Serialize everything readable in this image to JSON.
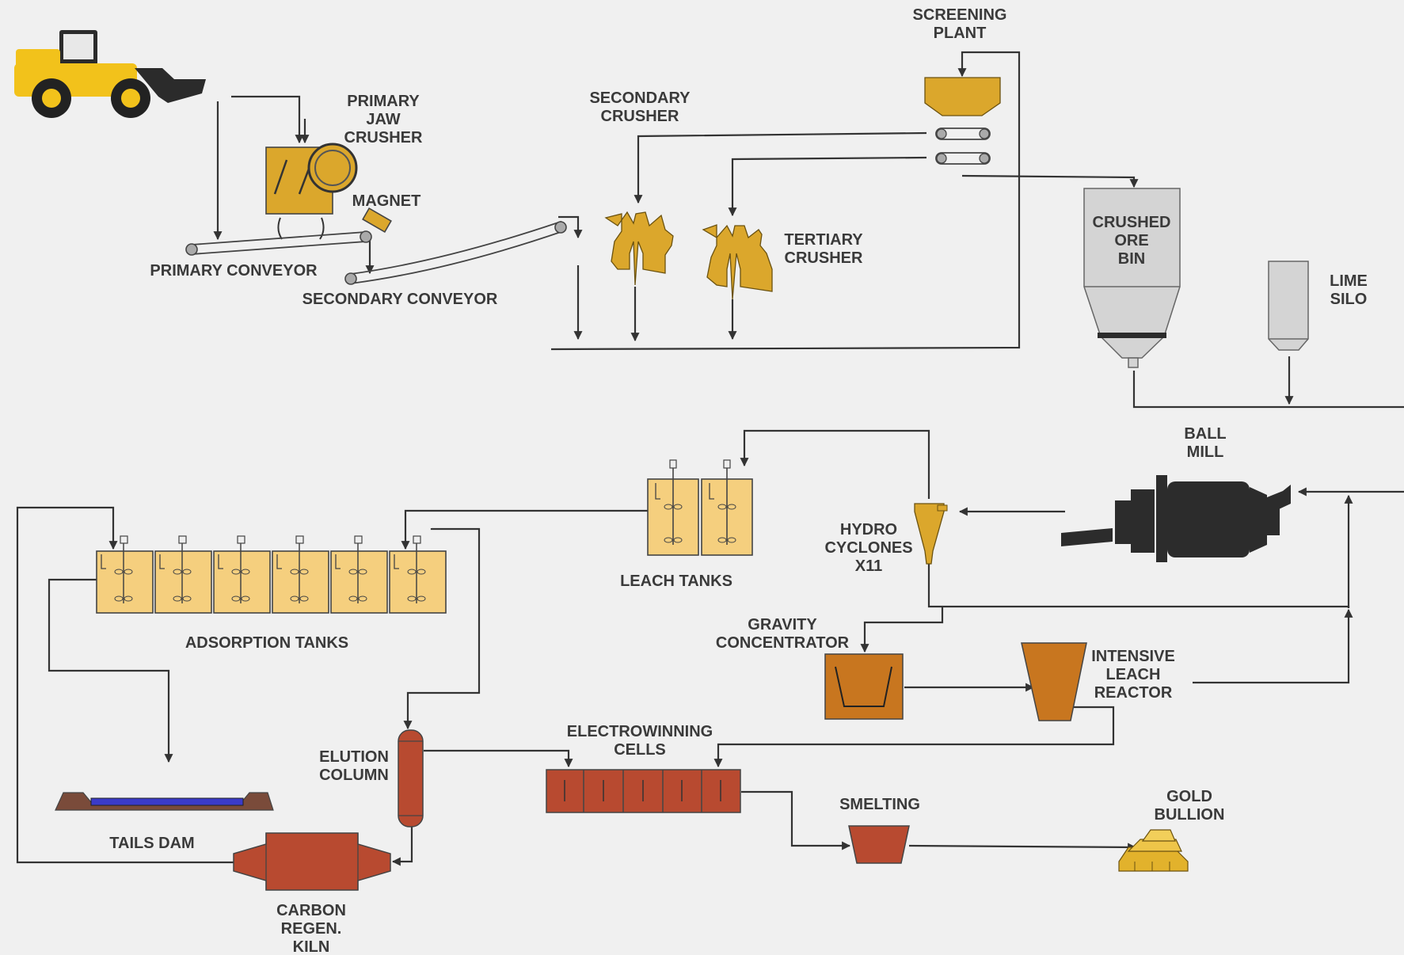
{
  "labels": {
    "screening_plant": [
      "SCREENING",
      "PLANT"
    ],
    "primary_jaw_crusher": [
      "PRIMARY",
      "JAW",
      "CRUSHER"
    ],
    "magnet": [
      "MAGNET"
    ],
    "secondary_crusher": [
      "SECONDARY",
      "CRUSHER"
    ],
    "tertiary_crusher": [
      "TERTIARY",
      "CRUSHER"
    ],
    "primary_conveyor": [
      "PRIMARY CONVEYOR"
    ],
    "secondary_conveyor": [
      "SECONDARY CONVEYOR"
    ],
    "crushed_ore_bin": [
      "CRUSHED",
      "ORE",
      "BIN"
    ],
    "lime_silo": [
      "LIME",
      "SILO"
    ],
    "ball_mill": [
      "BALL",
      "MILL"
    ],
    "hydro_cyclones": [
      "HYDRO",
      "CYCLONES",
      "X11"
    ],
    "leach_tanks": [
      "LEACH TANKS"
    ],
    "adsorption_tanks": [
      "ADSORPTION TANKS"
    ],
    "gravity_concentrator": [
      "GRAVITY",
      "CONCENTRATOR"
    ],
    "intensive_leach_reactor": [
      "INTENSIVE",
      "LEACH",
      "REACTOR"
    ],
    "elution_column": [
      "ELUTION",
      "COLUMN"
    ],
    "electrowinning_cells": [
      "ELECTROWINNING",
      "CELLS"
    ],
    "smelting": [
      "SMELTING"
    ],
    "gold_bullion": [
      "GOLD",
      "BULLION"
    ],
    "tails_dam": [
      "TAILS DAM"
    ],
    "carbon_regen_kiln": [
      "CARBON",
      "REGEN.",
      "KILN"
    ]
  },
  "colors": {
    "background": "#f0f0f0",
    "crushing_gold": "#dba72c",
    "tank_fill": "#f5cf7e",
    "concentrator_orange": "#c8761f",
    "refining_red": "#b84a30",
    "bin_grey": "#d4d4d4",
    "mill_dark": "#2c2c2c",
    "tails_water": "#3b3bc8",
    "line": "#333333",
    "text": "#3a3a3a"
  }
}
